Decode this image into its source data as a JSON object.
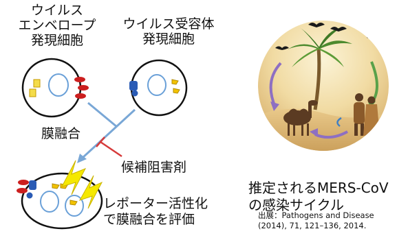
{
  "labels": {
    "envelope_cell": [
      "ウイルス",
      "エンベロープ",
      "発現細胞"
    ],
    "receptor_cell": [
      "ウイルス受容体",
      "発現細胞"
    ],
    "membrane_fusion": "膜融合",
    "candidate_inhibitor": "候補阻害剤",
    "reporter_eval": [
      "レポーター活性化",
      "で膜融合を評価"
    ],
    "mers_cycle": [
      "推定されるMERS-CoV",
      "の感染サイクル"
    ],
    "source": [
      "出展：Pathogens and Disease",
      "(2014), 71, 121–136, 2014."
    ]
  },
  "colors": {
    "envelope_protein": "#cc1f1f",
    "receptor_protein": "#2a5bb5",
    "reporter_yellow": "#f2c200",
    "arrow_blue": "#79a7d6",
    "inhibitor_red": "#d63a3a",
    "cycle_green": "#5aa14a",
    "cycle_purple": "#8e6fc2"
  }
}
